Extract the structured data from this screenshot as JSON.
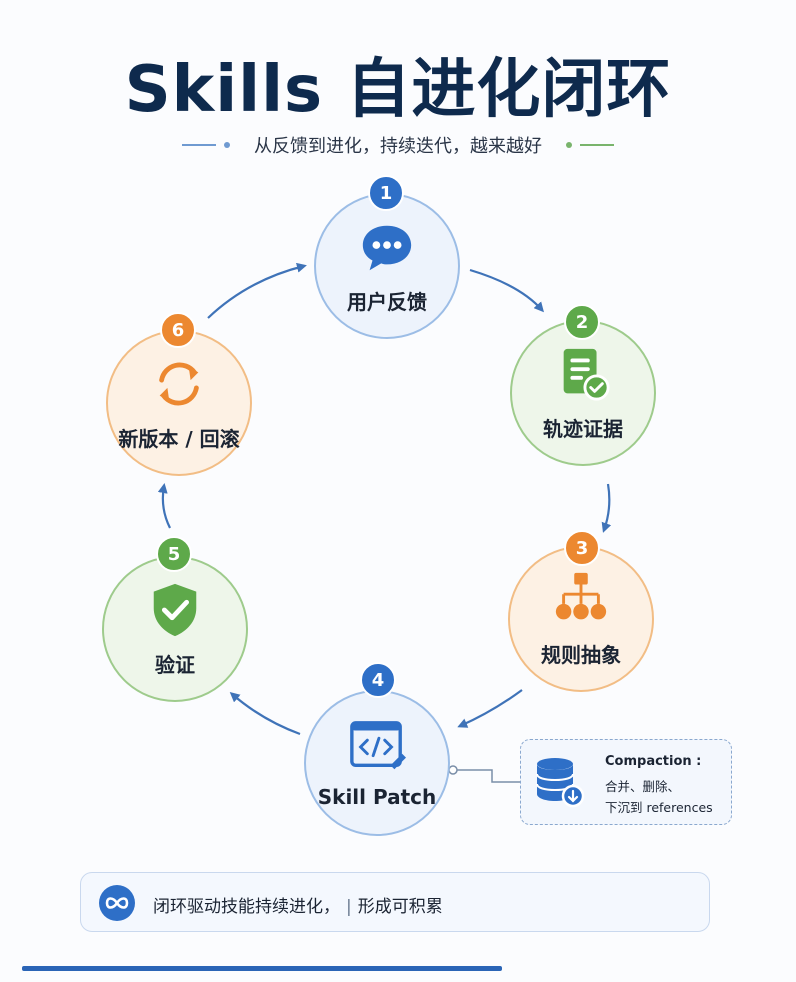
{
  "title": "Skills 自进化闭环",
  "subtitle": "从反馈到进化，持续迭代，越来越好",
  "steps": [
    {
      "number": "1",
      "label": "用户反馈"
    },
    {
      "number": "2",
      "label": "轨迹证据"
    },
    {
      "number": "3",
      "label": "规则抽象"
    },
    {
      "number": "4",
      "label": "Skill Patch"
    },
    {
      "number": "5",
      "label": "验证"
    },
    {
      "number": "6",
      "label": "新版本 / 回滚"
    }
  ],
  "compaction": {
    "title": "Compaction :",
    "line1": "合并、删除、",
    "line2": "下沉到 references"
  },
  "banner": {
    "text_a": "闭环驱动技能持续进化，",
    "separator": "|",
    "text_b": "形成可积累"
  },
  "colors": {
    "blue": "#2e6fc7",
    "green": "#5ea94a",
    "orange": "#ec8830",
    "title": "#0e2a4d"
  }
}
